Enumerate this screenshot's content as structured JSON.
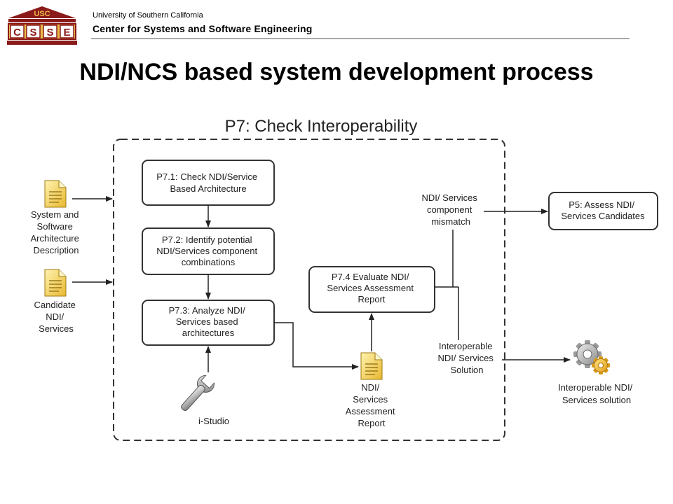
{
  "header": {
    "university": "University of Southern California",
    "center": "Center for Systems and Software Engineering",
    "logo": {
      "top_text": "USC",
      "letters": [
        "C",
        "S",
        "S",
        "E"
      ],
      "colors": {
        "maroon": "#8B1A1A",
        "gold": "#E9B94A"
      }
    }
  },
  "slide": {
    "title": "NDI/NCS based system development process"
  },
  "diagram": {
    "frame_title": "P7: Check Interoperability",
    "steps": {
      "p71": [
        "P7.1: Check NDI/Service",
        "Based Architecture"
      ],
      "p72": [
        "P7.2: Identify potential",
        "NDI/Services component",
        "combinations"
      ],
      "p73": [
        "P7.3: Analyze NDI/",
        "Services based",
        "architectures"
      ],
      "p74": [
        "P7.4 Evaluate NDI/",
        "Services Assessment",
        "Report"
      ],
      "p5": [
        "P5: Assess NDI/",
        "Services Candidates"
      ]
    },
    "inputs": {
      "arch": [
        "System and",
        "Software",
        "Architecture",
        "Description"
      ],
      "candidates": [
        "Candidate",
        "NDI/",
        "Services"
      ]
    },
    "labels": {
      "mismatch": [
        "NDI/ Services",
        "component",
        "mismatch"
      ],
      "solution": [
        "Interoperable",
        "NDI/ Services",
        "Solution"
      ],
      "report": [
        "NDI/",
        "Services",
        "Assessment",
        "Report"
      ],
      "tool": [
        "i-Studio"
      ],
      "output": [
        "Interoperable NDI/",
        "Services solution"
      ]
    },
    "icons": {
      "document": "document-icon",
      "tool": "wrench-icon",
      "output": "gears-icon"
    }
  }
}
